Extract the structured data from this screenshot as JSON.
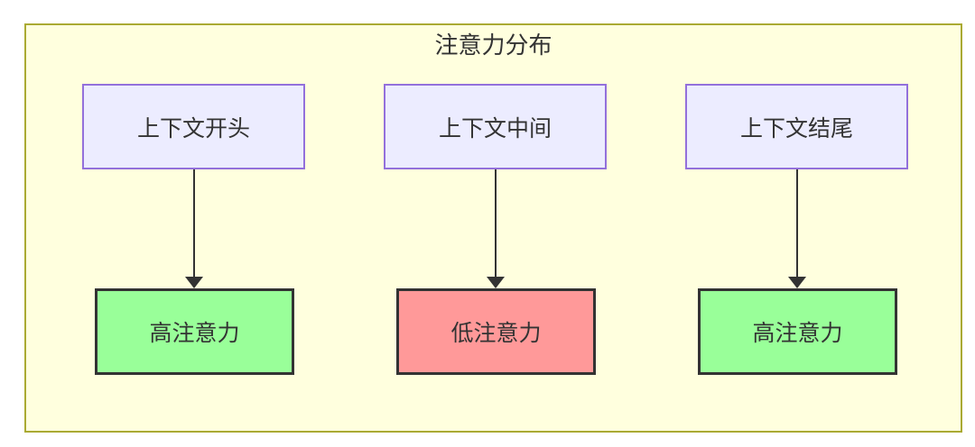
{
  "diagram": {
    "title": "注意力分布",
    "columns": [
      {
        "source": "上下文开头",
        "target": "高注意力",
        "level": "high"
      },
      {
        "source": "上下文中间",
        "target": "低注意力",
        "level": "low"
      },
      {
        "source": "上下文结尾",
        "target": "高注意力",
        "level": "high"
      }
    ],
    "colors": {
      "canvas_bg": "#ffffff",
      "container_fill": "#ffffde",
      "container_border": "#aaaa33",
      "source_fill": "#ececff",
      "source_border": "#9370db",
      "high_fill": "#99ff99",
      "low_fill": "#ff9999",
      "result_border": "#333333",
      "arrow": "#333333",
      "text": "#333333"
    }
  }
}
